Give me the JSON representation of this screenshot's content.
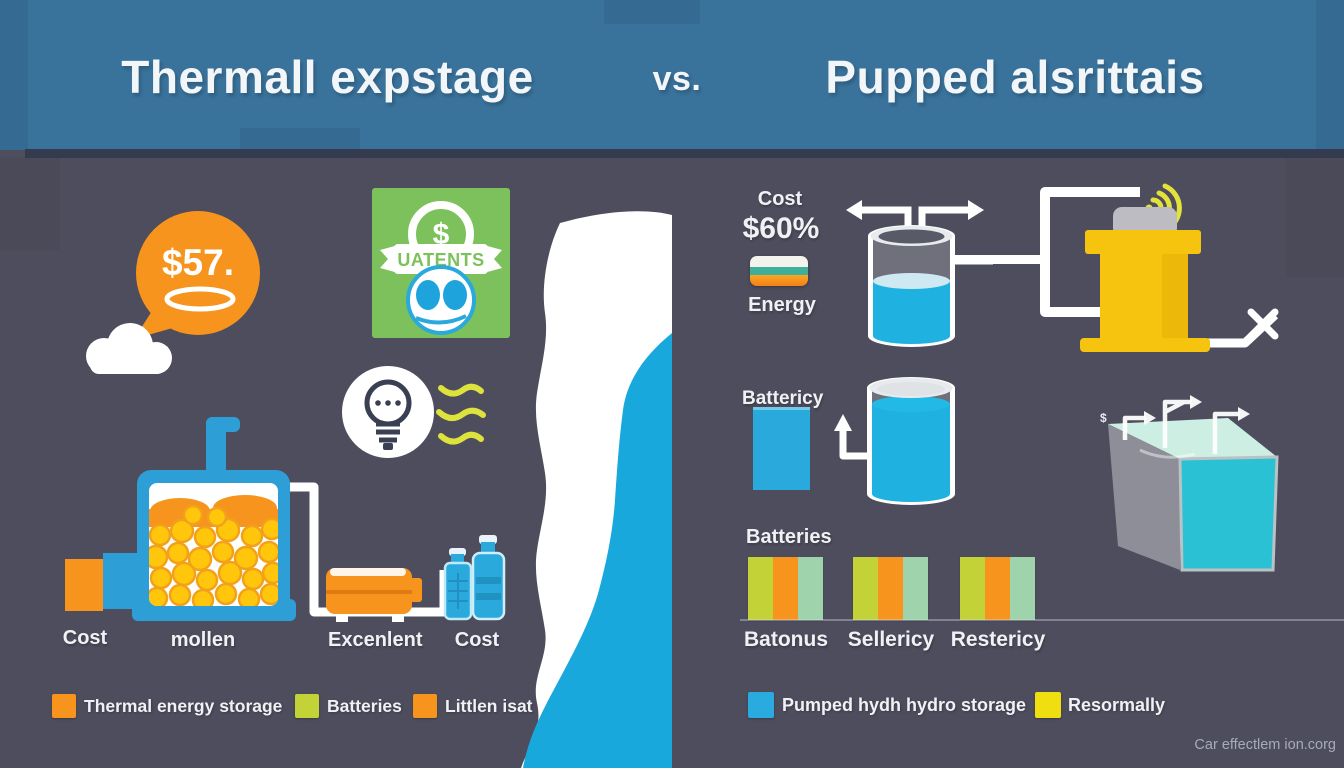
{
  "header": {
    "title_left": "Thermall expstage",
    "vs": "vs.",
    "title_right": "Pupped alsrittais"
  },
  "left": {
    "bubble_value": "$57.",
    "badge": {
      "symbol": "$",
      "ribbon": "UATENTS"
    },
    "tank_labels": {
      "cost": "Cost",
      "molten": "mollen",
      "excellent": "Excenlent",
      "cost2": "Cost"
    },
    "legend": [
      {
        "color": "#f7941e",
        "label": "Thermal energy storage"
      },
      {
        "color": "#c3d337",
        "label": "Batteries"
      },
      {
        "color": "#f7941e",
        "label": "Littlen isat"
      }
    ]
  },
  "right": {
    "cost_label": "Cost",
    "cost_value": "$60%",
    "energy_label": "Energy",
    "battery_label": "Battericy",
    "box_symbol": "$",
    "bars": {
      "title": "Batteries",
      "labels": [
        "Batonus",
        "Sellericy",
        "Restericy"
      ],
      "stripe_colors": [
        "#c3d337",
        "#f7941e",
        "#9fd3ab"
      ]
    },
    "legend": [
      {
        "color": "#29abdf",
        "label": "Pumped hydh hydro storage"
      },
      {
        "color": "#f0df10",
        "label": "Resormally"
      }
    ]
  },
  "watermark": "Car effectlem ion.corg",
  "colors": {
    "header_bg": "#39729b",
    "body_bg": "#4d4d5d",
    "accent_orange": "#f7941e",
    "accent_cyan": "#1fb2e0",
    "accent_yellow": "#f6c40e",
    "accent_green": "#7cc15b",
    "divider_white": "#ffffff",
    "divider_blue": "#18a8dc"
  }
}
